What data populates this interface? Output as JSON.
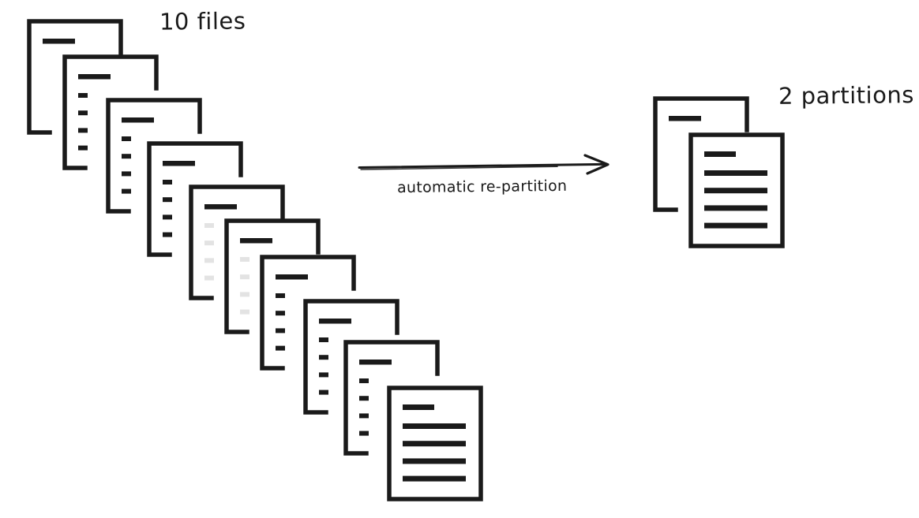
{
  "diagram": {
    "background_color": "#ffffff",
    "ink_color": "#1a1a1a",
    "left_group": {
      "label": "10 files",
      "file_count": 10
    },
    "arrow": {
      "label": "automatic re-partition",
      "direction": "left-to-right"
    },
    "right_group": {
      "label": "2 partitions",
      "file_count": 2
    }
  }
}
